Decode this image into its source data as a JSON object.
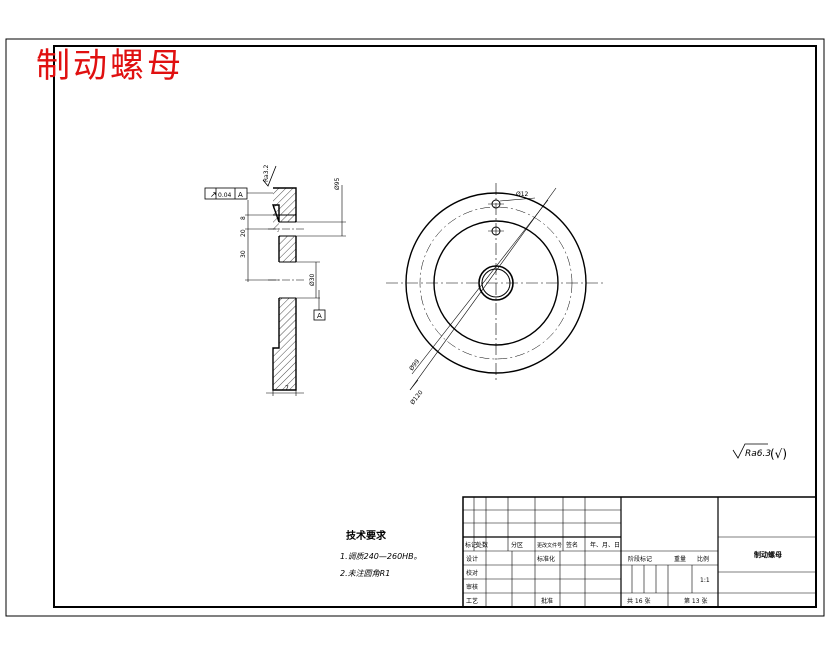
{
  "sheet_title": "制动螺母",
  "surface_finish": {
    "general": "Ra6.3",
    "general_suffix": "(√)",
    "section_face": "Ra3.2"
  },
  "geometric_tolerance": {
    "symbol": "↗",
    "value": "0.04",
    "datum": "A"
  },
  "datum_label": "A",
  "section_dims": {
    "top_right": "Ø95",
    "left_small": "8",
    "left_mid": "20",
    "left_long": "30",
    "bore": "Ø30",
    "thickness": "7"
  },
  "front_view_dims": {
    "hole": "Ø12",
    "outer_1": "Ø99",
    "outer_2": "Ø120"
  },
  "tech_requirements": {
    "heading": "技术要求",
    "line1": "1.调质240—260HB。",
    "line2": "2.未注圆角R1"
  },
  "title_block": {
    "part_name": "制动螺母",
    "h_mark": "标记",
    "h_count": "处数",
    "h_zone": "分区",
    "h_change_no": "更改文件号",
    "h_sign": "签名",
    "h_date": "年、月、日",
    "design": "设计",
    "standardize": "标准化",
    "check": "校对",
    "review": "审核",
    "process": "工艺",
    "approve": "批准",
    "stage_mark": "阶段标记",
    "weight": "重量",
    "scale": "比例",
    "scale_value": "1:1",
    "total_sheets": "共 16 张",
    "sheet_no": "第 13 张"
  }
}
